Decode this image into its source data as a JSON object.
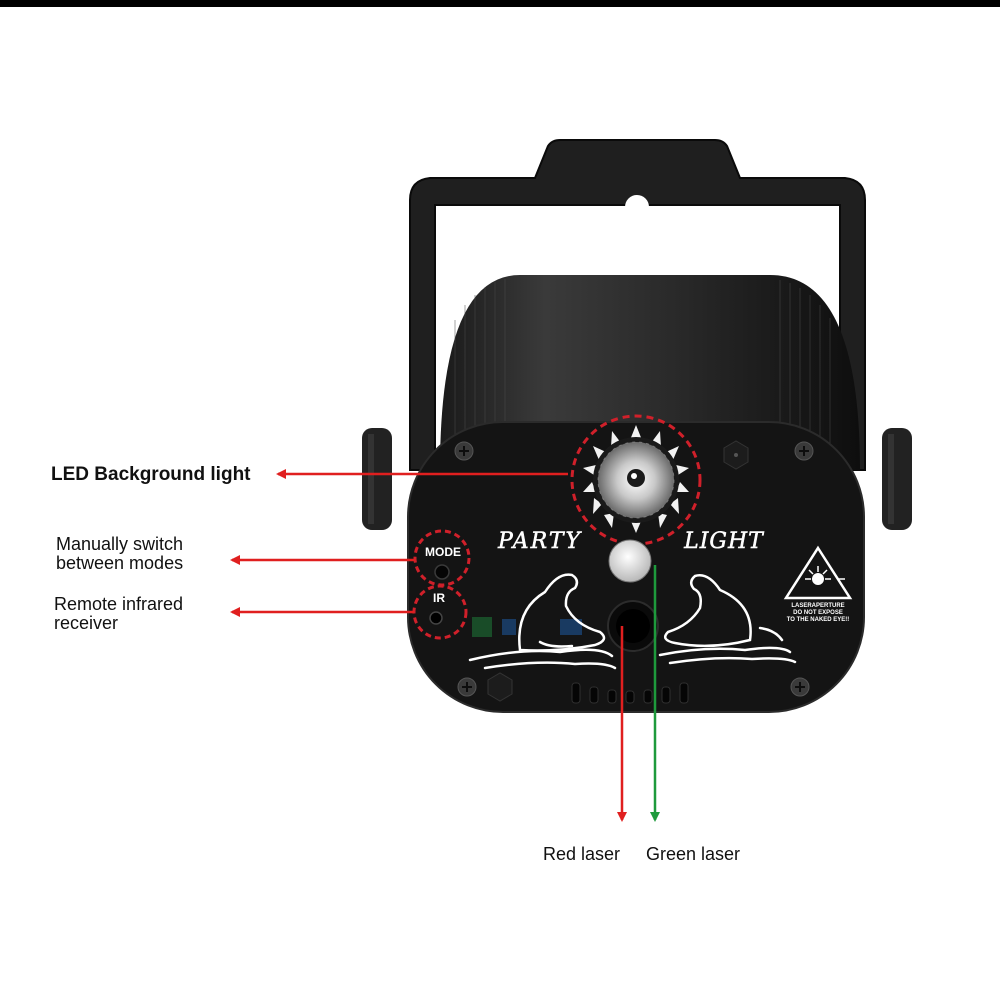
{
  "callouts": {
    "led_background_light": "LED Background light",
    "mode_switch_line1": "Manually switch",
    "mode_switch_line2": "between modes",
    "ir_line1": "Remote infrared",
    "ir_line2": "receiver",
    "red_laser": "Red laser",
    "green_laser": "Green laser"
  },
  "device": {
    "brand_left": "PARTY",
    "brand_right": "LIGHT",
    "mode_label": "MODE",
    "ir_label": "IR",
    "warning_line1": "LASERAPERTURE",
    "warning_line2": "DO NOT EXPOSE",
    "warning_line3": "TO THE NAKED EYE!!"
  },
  "colors": {
    "arrow_red": "#e01f1f",
    "arrow_green": "#1e9a3c",
    "device_body": "#151515",
    "highlight_ring": "#d0202a"
  }
}
